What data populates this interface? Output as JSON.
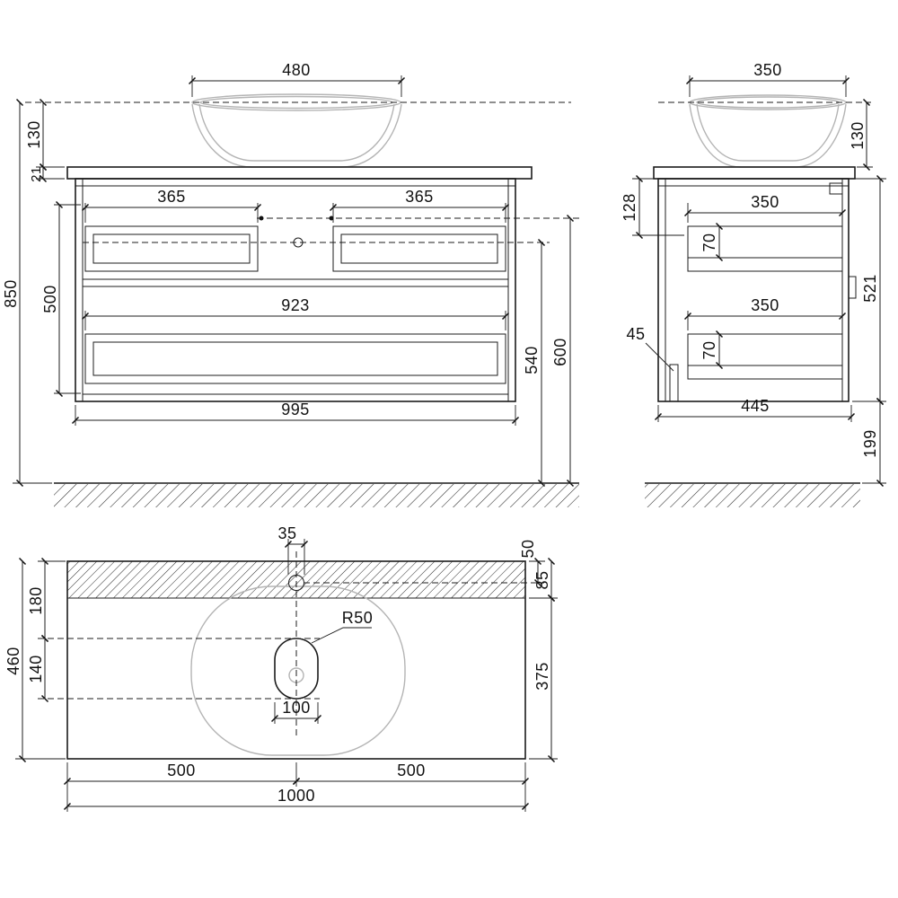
{
  "drawing": {
    "front": {
      "basin_width": "480",
      "basin_height": "130",
      "countertop_thickness": "21",
      "total_height": "850",
      "body_height": "500",
      "drawer_left_width": "365",
      "drawer_right_width": "365",
      "bottom_drawer_width": "923",
      "cabinet_width": "995",
      "drain_height": "540",
      "faucet_height": "600"
    },
    "side": {
      "basin_width": "350",
      "basin_height": "130",
      "top_inset": "128",
      "drawer_top_depth": "350",
      "drawer_top_height": "70",
      "drawer_bottom_depth": "350",
      "drawer_bottom_height": "70",
      "bracket_size": "45",
      "body_height": "521",
      "cabinet_depth": "445",
      "floor_clearance": "199"
    },
    "top": {
      "faucet_hole_diameter": "35",
      "faucet_hole_back_offset": "50",
      "back_strip_depth": "85",
      "front_depth": "375",
      "back_offset": "180",
      "drain_cutout_length": "140",
      "counter_depth": "460",
      "drain_corner_radius": "R50",
      "drain_cutout_width": "100",
      "half_width_left": "500",
      "half_width_right": "500",
      "counter_width": "1000"
    },
    "colors": {
      "line": "#1c1c1c",
      "reference_gray": "#b4b4b4"
    }
  }
}
